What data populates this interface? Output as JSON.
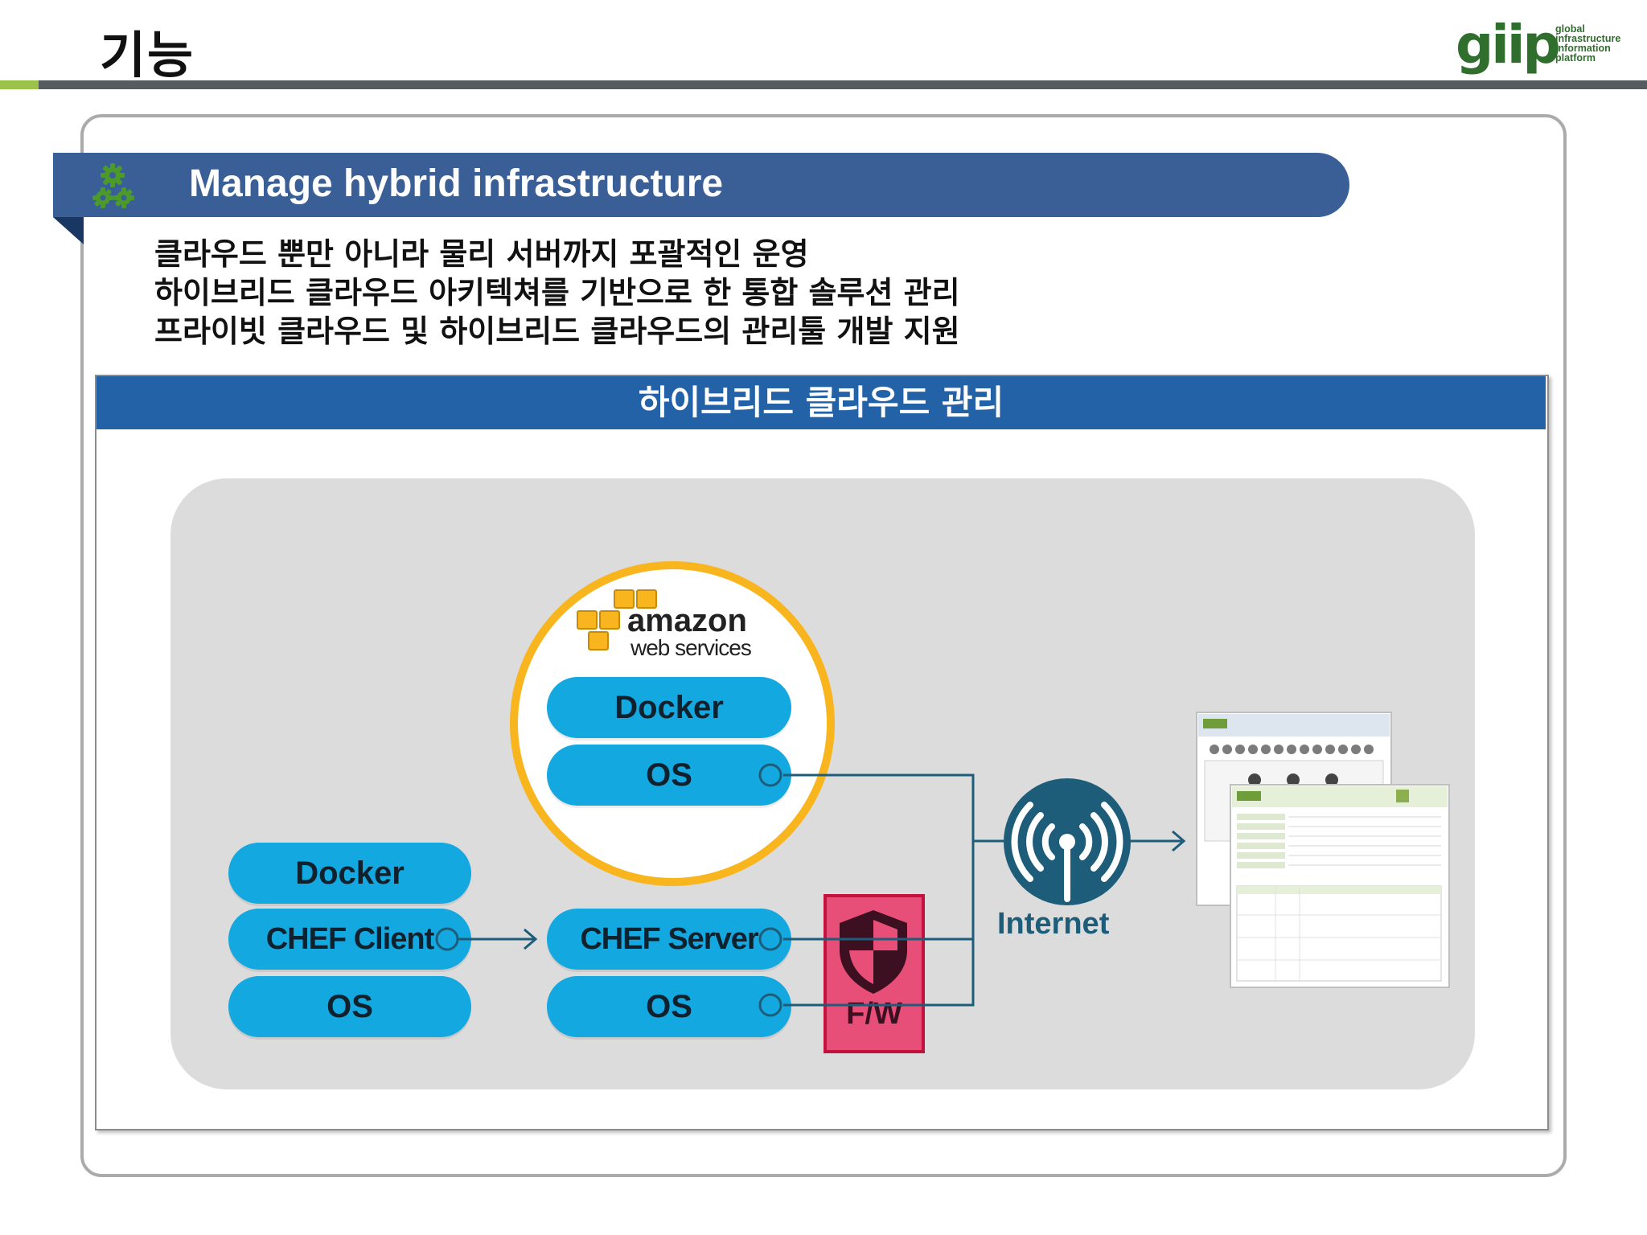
{
  "page": {
    "title": "기능"
  },
  "logo": {
    "mark": "giip",
    "tagline": [
      "global",
      "infrastructure",
      "information",
      "platform"
    ]
  },
  "section": {
    "title": "Manage hybrid infrastructure",
    "description": [
      "클라우드 뿐만 아니라 물리 서버까지 포괄적인 운영",
      "하이브리드 클라우드 아키텍쳐를 기반으로 한 통합 솔루션 관리",
      "프라이빗 클라우드 및 하이브리드 클라우드의 관리툴 개발 지원"
    ]
  },
  "diagram": {
    "header": "하이브리드 클라우드 관리",
    "aws": {
      "brand": "amazon",
      "sub": "web services",
      "stack": [
        "Docker",
        "OS"
      ]
    },
    "client_stack": [
      "Docker",
      "CHEF Client",
      "OS"
    ],
    "server_stack": [
      "CHEF Server",
      "OS"
    ],
    "firewall": "F/W",
    "internet": "Internet"
  },
  "colors": {
    "banner": "#3a5f97",
    "frame_header": "#2462a8",
    "pill": "#14a8e0",
    "aws_ring": "#f8b51d",
    "firewall": "#e84f78",
    "internet": "#1e5d7a",
    "accent_green": "#9bc24b"
  }
}
